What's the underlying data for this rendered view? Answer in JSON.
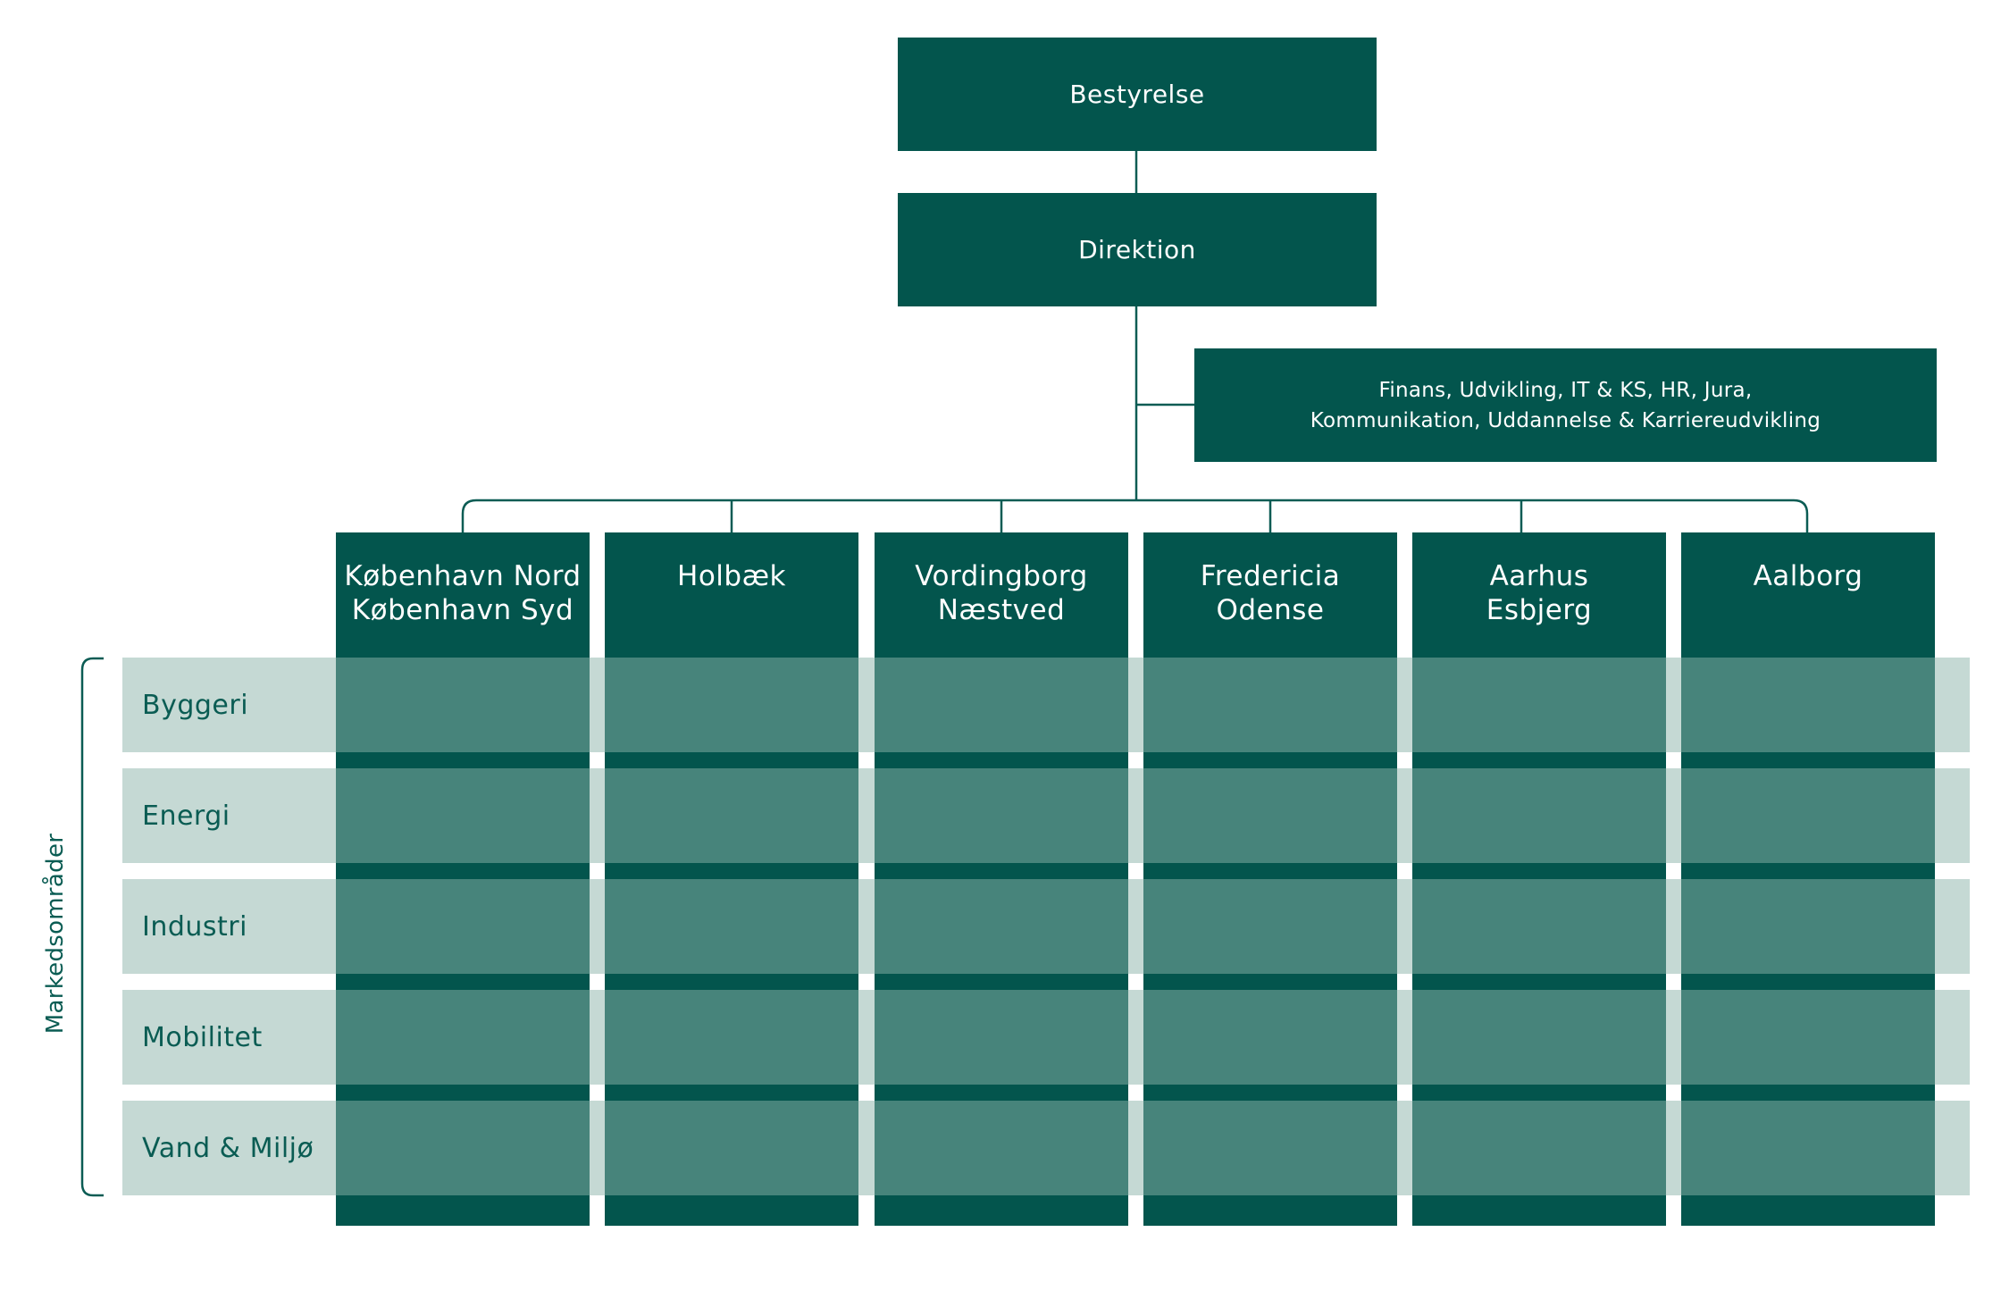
{
  "colors": {
    "box": "#03554d",
    "line": "#0b5c54",
    "row_band": "#bfd6d1",
    "row_text": "#0a5c53",
    "text_on_box": "#ffffff"
  },
  "board": {
    "label": "Bestyrelse"
  },
  "management": {
    "label": "Direktion"
  },
  "support": {
    "line1": "Finans, Udvikling, IT & KS, HR, Jura,",
    "line2": "Kommunikation, Uddannelse & Karriereudvikling"
  },
  "regions": [
    {
      "label": "København Nord\nKøbenhavn Syd"
    },
    {
      "label": "Holbæk"
    },
    {
      "label": "Vordingborg\nNæstved"
    },
    {
      "label": "Fredericia\nOdense"
    },
    {
      "label": "Aarhus\nEsbjerg"
    },
    {
      "label": "Aalborg"
    }
  ],
  "market_areas": {
    "title": "Markedsområder",
    "items": [
      {
        "label": "Byggeri"
      },
      {
        "label": "Energi"
      },
      {
        "label": "Industri"
      },
      {
        "label": "Mobilitet"
      },
      {
        "label": "Vand & Miljø"
      }
    ]
  }
}
